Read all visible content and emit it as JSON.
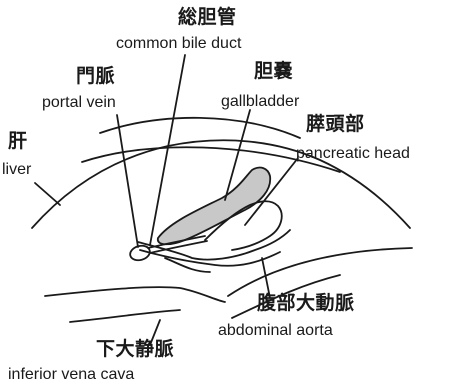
{
  "labels": {
    "common_bile_duct": {
      "jp": "総胆管",
      "en": "common bile duct"
    },
    "portal_vein": {
      "jp": "門脈",
      "en": "portal vein"
    },
    "gallbladder": {
      "jp": "胆嚢",
      "en": "gallbladder"
    },
    "liver": {
      "jp": "肝",
      "en": "liver"
    },
    "pancreatic_head": {
      "jp": "膵頭部",
      "en": "pancreatic head"
    },
    "abdominal_aorta": {
      "jp": "腹部大動脈",
      "en": "abdominal aorta"
    },
    "inferior_vena_cava": {
      "jp": "下大静脈",
      "en": "inferior vena cava"
    }
  },
  "colors": {
    "stroke": "#1a1a1a",
    "gallbladder_fill": "#c8c8c8"
  }
}
